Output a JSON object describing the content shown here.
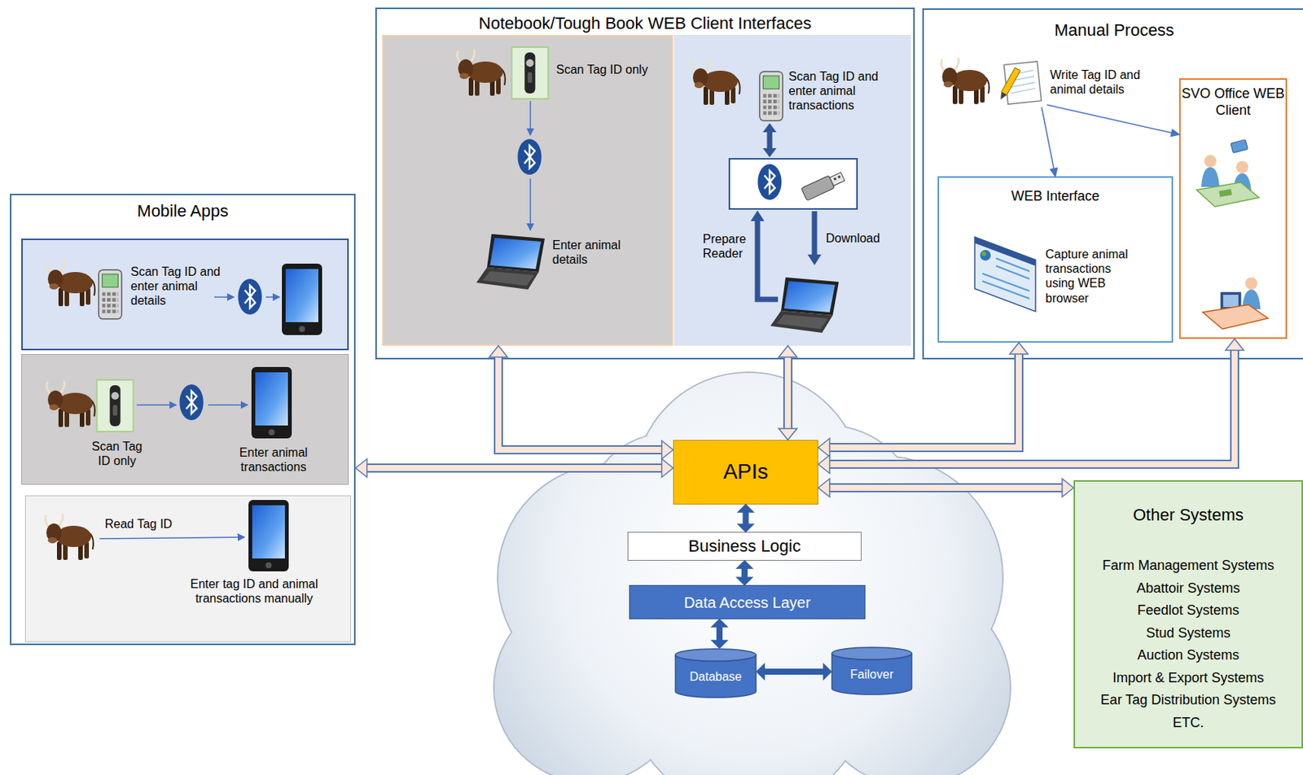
{
  "diagram": {
    "nodes": [
      {
        "text": [
          "Mobile Apps"
        ]
      },
      {
        "text": [
          "Scan Tag ID and enter animal details"
        ],
        "in": 0
      },
      {
        "text": [
          "Scan Tag ID only",
          "Enter animal transactions"
        ],
        "in": 0
      },
      {
        "text": [
          "Read Tag ID",
          "Enter tag ID and animal transactions manually"
        ],
        "in": 0
      },
      {
        "text": [
          "Notebook/Tough Book WEB Client Interfaces"
        ]
      },
      {
        "text": [
          "Scan Tag ID only",
          "Enter animal details"
        ],
        "in": 4
      },
      {
        "text": [
          "Scan Tag ID and enter animal transactions",
          "Prepare Reader",
          "Download"
        ],
        "in": 4
      },
      {
        "text": [
          "Manual Process",
          "Write Tag ID and animal details"
        ]
      },
      {
        "text": [
          "WEB Interface",
          "Capture animal transactions using WEB browser"
        ],
        "in": 7
      },
      {
        "text": [
          "SVO Office WEB Client"
        ],
        "in": 7
      },
      {
        "text": [
          "APIs"
        ]
      },
      {
        "text": [
          "Business Logic"
        ]
      },
      {
        "text": [
          "Data Access Layer"
        ]
      },
      {
        "text": [
          "Database"
        ]
      },
      {
        "text": [
          "Failover"
        ]
      },
      {
        "text": [
          "Other Systems",
          "Farm Management Systems",
          "Abattoir Systems",
          "Feedlot Systems",
          "Stud Systems",
          "Auction Systems",
          "Import & Export Systems",
          "Ear Tag Distribution Systems",
          "ETC."
        ]
      }
    ],
    "edges": [
      {
        "from": 10,
        "to": 0,
        "arrow": "both"
      },
      {
        "from": 10,
        "to": 5,
        "arrow": "both"
      },
      {
        "from": 10,
        "to": 6,
        "arrow": "both"
      },
      {
        "from": 10,
        "to": 8,
        "arrow": "both"
      },
      {
        "from": 10,
        "to": 9,
        "arrow": "both"
      },
      {
        "from": 10,
        "to": 15,
        "arrow": "both"
      },
      {
        "from": 10,
        "to": 11,
        "arrow": "both"
      },
      {
        "from": 11,
        "to": 12,
        "arrow": "both"
      },
      {
        "from": 12,
        "to": 13,
        "arrow": "both"
      },
      {
        "from": 13,
        "to": 14,
        "arrow": "both"
      },
      {
        "from": 7,
        "to": 8,
        "arrow": "to"
      },
      {
        "from": 7,
        "to": 9,
        "arrow": "to"
      }
    ]
  }
}
